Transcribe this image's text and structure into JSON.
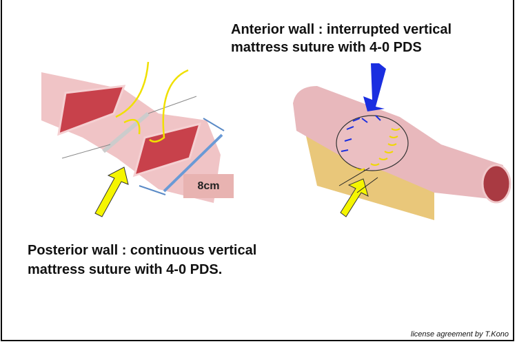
{
  "anterior": {
    "line1": "Anterior wall : interrupted vertical",
    "line2": "mattress suture with 4-0 PDS"
  },
  "posterior": {
    "line1": "Posterior wall : continuous vertical",
    "line2": "mattress suture with 4-0 PDS."
  },
  "measurement_label": "8cm",
  "credit": "license agreement by T.Kono",
  "colors": {
    "yellow_arrow": "#f5f500",
    "blue_arrow": "#1a2ee0",
    "measure": "#6a9ad6",
    "tissue": "#e8aab0"
  }
}
